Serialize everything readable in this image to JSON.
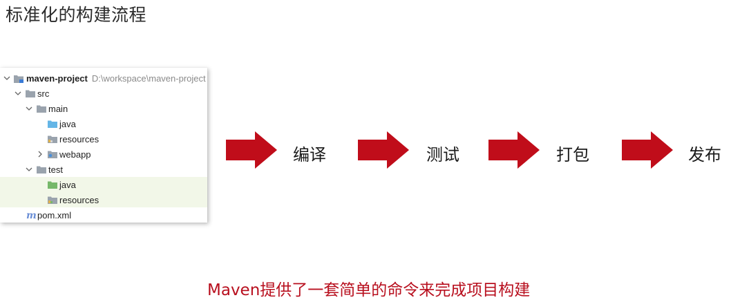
{
  "slide": {
    "title": "标准化的构建流程",
    "footer": "Maven提供了一套简单的命令来完成项目构建"
  },
  "tree": {
    "root": {
      "name": "maven-project",
      "path": "D:\\workspace\\maven-project"
    },
    "items": [
      {
        "label": "src",
        "icon": "folder-icon",
        "color": "#9aa3ad"
      },
      {
        "label": "main",
        "icon": "folder-icon",
        "color": "#9aa3ad"
      },
      {
        "label": "java",
        "icon": "source-folder-icon",
        "color": "#64b5e6"
      },
      {
        "label": "resources",
        "icon": "resources-folder-icon",
        "color": "#9aa3ad"
      },
      {
        "label": "webapp",
        "icon": "web-folder-icon",
        "color": "#9aa3ad"
      },
      {
        "label": "test",
        "icon": "folder-icon",
        "color": "#9aa3ad"
      },
      {
        "label": "java",
        "icon": "test-source-folder-icon",
        "color": "#76b86a"
      },
      {
        "label": "resources",
        "icon": "test-resources-folder-icon",
        "color": "#9aa3ad"
      },
      {
        "label": "pom.xml",
        "icon": "maven-m-icon",
        "color": "#6b8fd6"
      }
    ]
  },
  "flow": {
    "arrow_color": "#c00d1a",
    "steps": [
      "编译",
      "测试",
      "打包",
      "发布"
    ]
  },
  "colors": {
    "highlight_row": "#f2f7e8",
    "footer_text": "#b80f1e"
  }
}
